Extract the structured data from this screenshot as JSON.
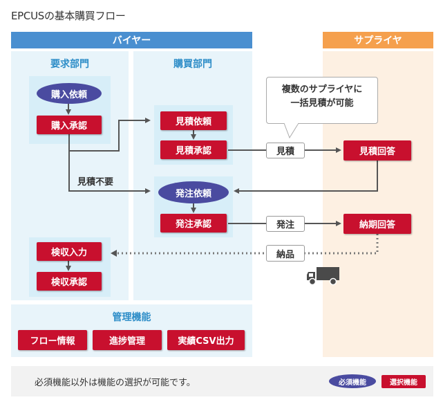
{
  "title": "EPCUSの基本購買フロー",
  "headers": {
    "buyer": "バイヤー",
    "supplier": "サプライヤ"
  },
  "departments": {
    "request": "要求部門",
    "purchasing": "購買部門"
  },
  "nodes": {
    "purchase_request": "購入依頼",
    "purchase_approval": "購入承認",
    "quote_request": "見積依頼",
    "quote_approval": "見積承認",
    "order_request": "発注依頼",
    "order_approval": "発注承認",
    "inspection_input": "検収入力",
    "inspection_approval": "検収承認",
    "quote_reply": "見積回答",
    "delivery_reply": "納期回答"
  },
  "edge_labels": {
    "quote": "見積",
    "order": "発注",
    "delivery": "納品",
    "no_quote_needed": "見積不要"
  },
  "callout": {
    "line1": "複数のサプライヤに",
    "line2": "一括見積が可能"
  },
  "management": {
    "title": "管理機能",
    "items": [
      "フロー情報",
      "進捗管理",
      "実績CSV出力"
    ]
  },
  "legend": {
    "note": "必須機能以外は機能の選択が可能です。",
    "required": "必須機能",
    "optional": "選択機能"
  },
  "colors": {
    "buyer_header": "#4a8fd0",
    "supplier_header": "#f5a04d",
    "required": "#4a4ba0",
    "optional": "#c8102e",
    "arrow": "#555555"
  },
  "icons": {
    "truck": "truck-icon"
  }
}
